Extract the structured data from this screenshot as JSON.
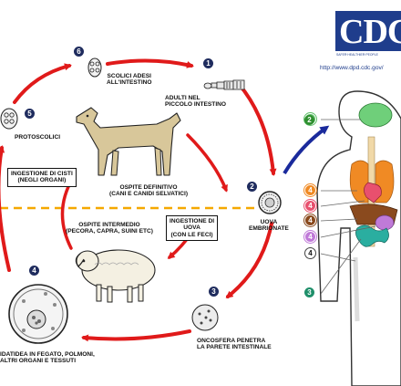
{
  "logo": {
    "text": "CDC",
    "tagline": "SAFER·HEALTHIER·PEOPLE"
  },
  "url": "http://www.dpd.cdc.gov/",
  "steps": [
    {
      "n": "1",
      "lines": [
        "ADULTI NEL",
        "PICCOLO INTESTINO"
      ]
    },
    {
      "n": "2",
      "lines": [
        "UOVA",
        "EMBRIONATE"
      ]
    },
    {
      "n": "3",
      "lines": [
        "ONCOSFERA PENETRA",
        "LA PARETE INTESTINALE"
      ]
    },
    {
      "n": "4",
      "lines": [
        "IDATIDEA IN FEGATO, POLMONI,",
        "ALTRI ORGANI E TESSUTI"
      ]
    },
    {
      "n": "5",
      "lines": [
        "PROTOSCOLICI"
      ]
    },
    {
      "n": "6",
      "lines": [
        "SCOLICI ADESI",
        "ALL'INTESTINO"
      ]
    }
  ],
  "hosts": {
    "definitive": [
      "OSPITE DEFINITIVO",
      "(CANI E CANIDI SELVATICI)"
    ],
    "intermediate": [
      "OSPITE INTERMEDIO",
      "(PECORA, CAPRA, SUINI ETC)"
    ]
  },
  "boxes": {
    "cysts": [
      "INGESTIONE DI CISTI",
      "(NEGLI ORGANI)"
    ],
    "eggs": [
      "INGESTIONE DI",
      "UOVA",
      "(CON LE FECI)"
    ]
  },
  "human_markers": [
    {
      "n": "4",
      "color": "#5fbf6a"
    },
    {
      "n": "2",
      "color": "#2f8f2f"
    },
    {
      "n": "4",
      "color": "#f08a24"
    },
    {
      "n": "4",
      "color": "#e8506e"
    },
    {
      "n": "4",
      "color": "#8a4a1e"
    },
    {
      "n": "4",
      "color": "#c07ad8"
    },
    {
      "n": "4",
      "color": "#ffffff"
    },
    {
      "n": "3",
      "color": "#1f8f6a"
    }
  ],
  "colors": {
    "cycle_arrow": "#e01a1a",
    "human_arrow": "#1a2a9c",
    "divider": "#f5a800",
    "number_badge": "#1f2c5e"
  }
}
